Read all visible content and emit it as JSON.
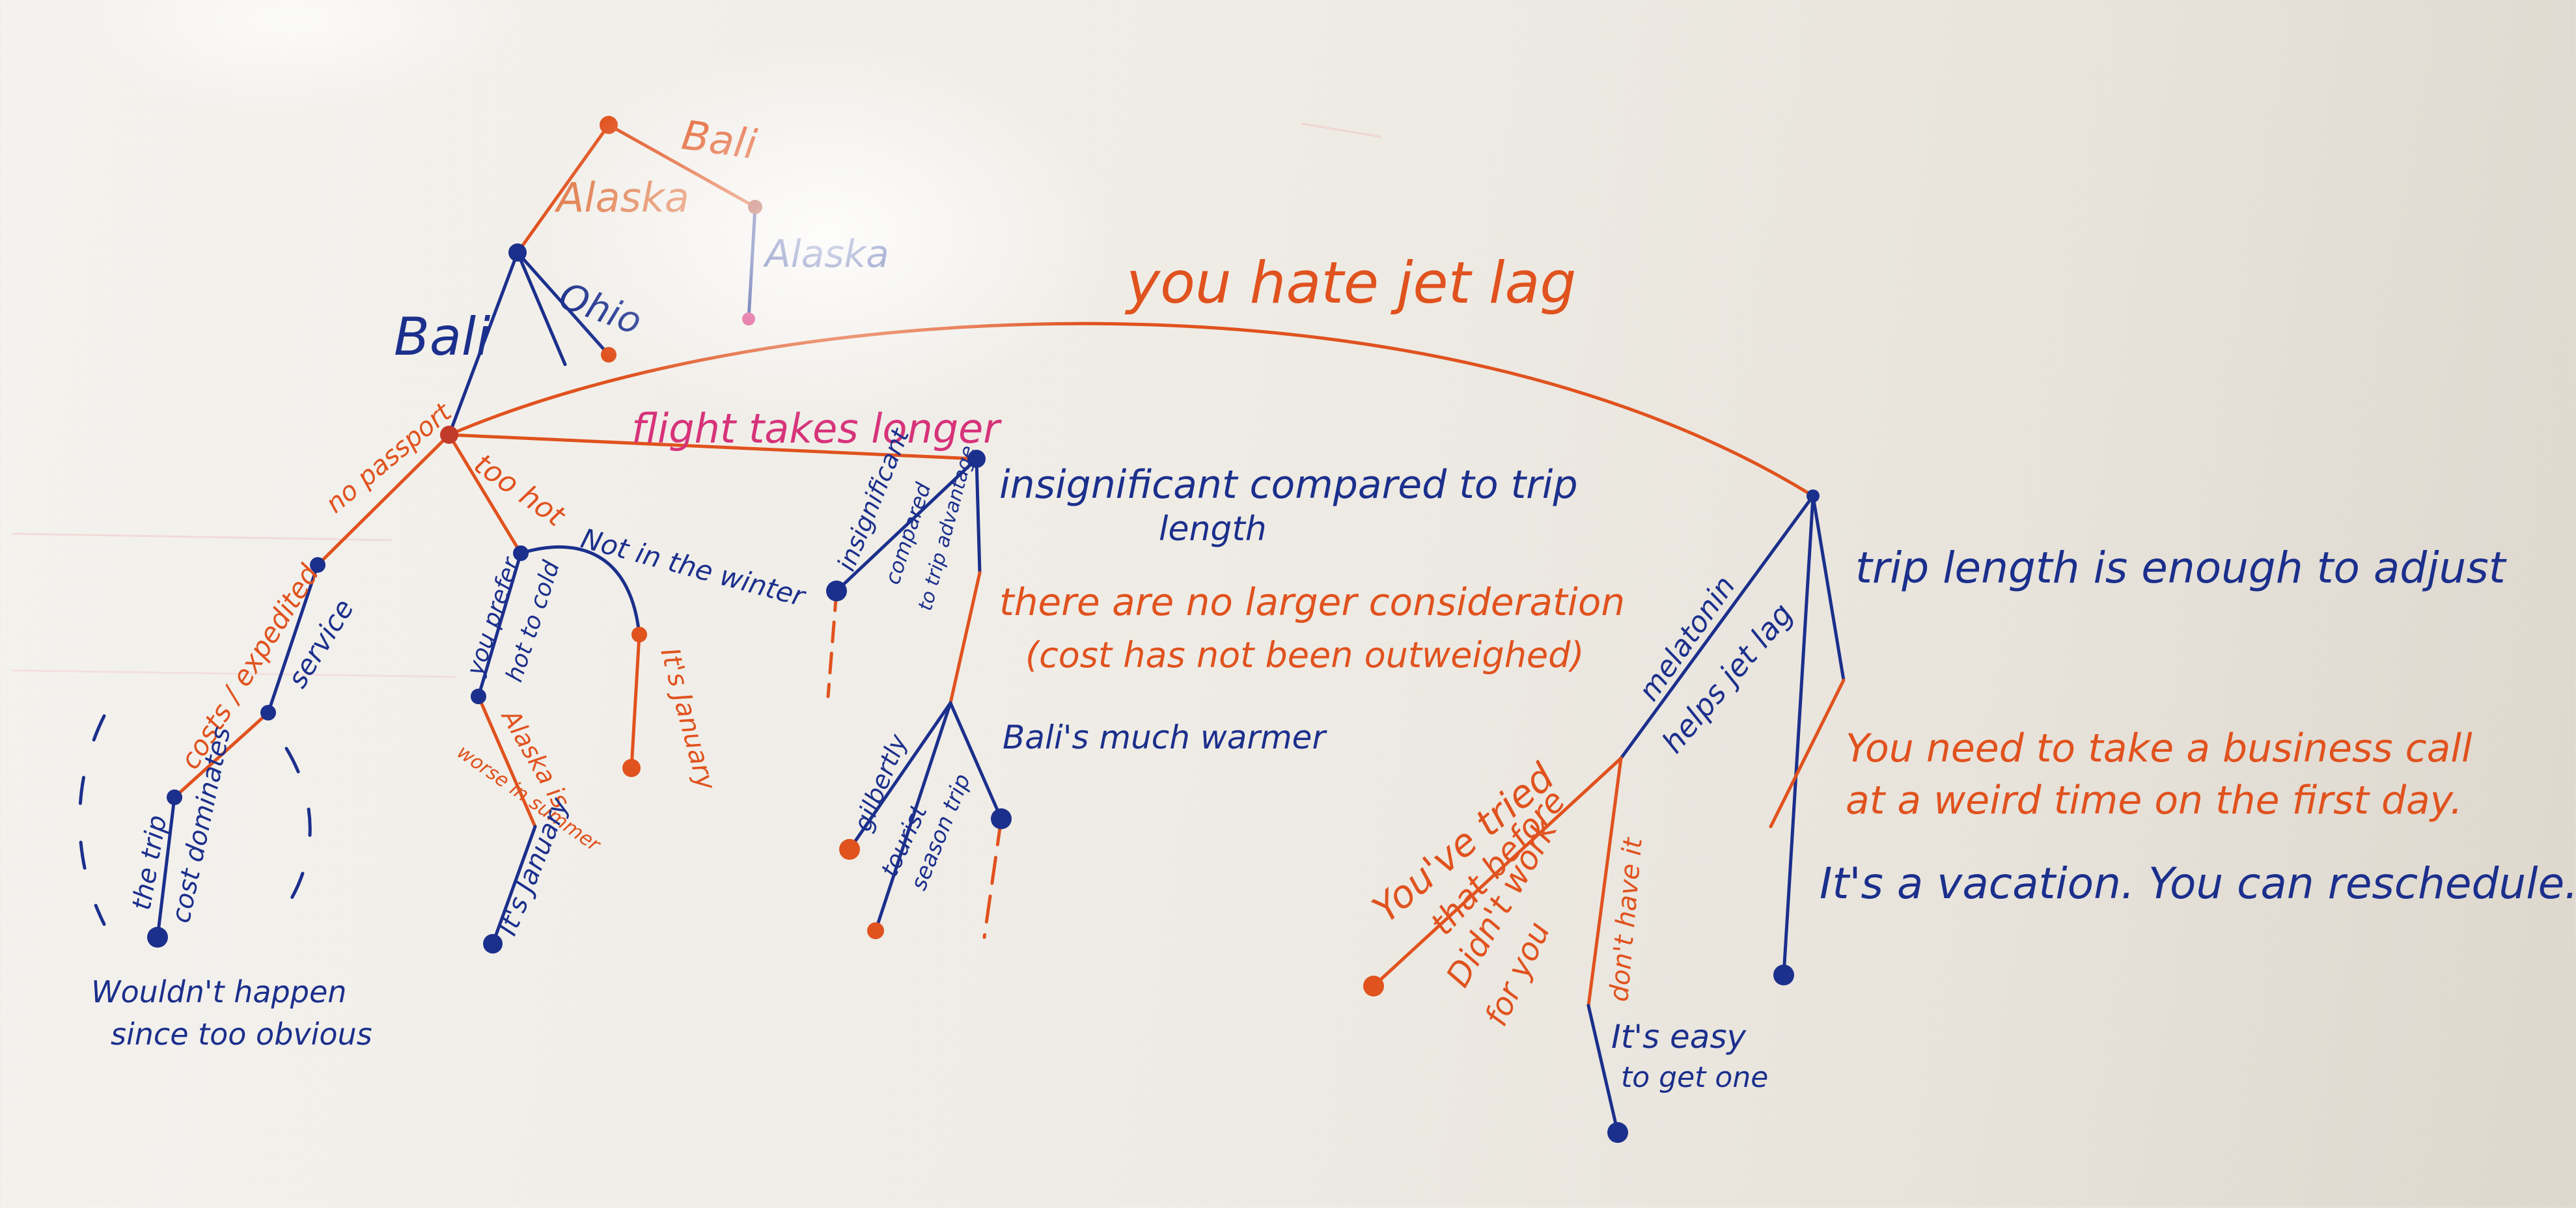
{
  "colors": {
    "red_marker": "#e0521e",
    "blue_marker": "#1b2f8c",
    "pink_marker": "#d6337a",
    "board": "#efece6"
  },
  "labels": {
    "bali_top": "Bali",
    "alaska_top": "Alaska",
    "alaska_right": "Alaska",
    "ohio": "Ohio",
    "bali_left": "Bali",
    "jet_lag": "you hate jet lag",
    "flight_longer": "flight takes longer",
    "no_passport": "no passport",
    "too_hot": "too hot",
    "costs_expedited": "costs / expedited",
    "service": "service",
    "the_trip": "the trip",
    "cost_dominates": "cost dominates",
    "wouldnt_happen": "Wouldn't happen",
    "since_too_obvious": "since too obvious",
    "you_prefer": "you prefer",
    "hot_to_cold": "hot to cold",
    "not_in_the_winter": "Not in the winter",
    "its_january": "It's January",
    "alaska_is": "Alaska is",
    "worse_in_summer": "worse in summer",
    "its_january_blue": "It's January",
    "insignificant": "insignificant",
    "compared_to": "compared",
    "to_trip_adv": "to trip advantage",
    "insignificant_long": "insignificant compared to trip",
    "length": "length",
    "no_larger_1": "there are no larger consideration",
    "no_larger_2": "(cost has not been outweighed)",
    "gilbertly": "gilbertly",
    "tourist": "tourist",
    "season_trip": "season trip",
    "bali_warmer": "Bali's much warmer",
    "trip_length_enough": "trip length is enough to adjust",
    "melatonin": "melatonin",
    "helps_jet_lag": "helps jet lag",
    "business_1": "You need to take a business call",
    "business_2": "at a weird time on the first day.",
    "vacation": "It's a vacation. You can reschedule.",
    "youve_tried": "You've tried",
    "that_before": "that before",
    "didnt_work": "Didn't work",
    "for_you": "for you",
    "dont_have_it": "don't have it",
    "its_easy": "It's easy",
    "to_get_one": "to get one"
  }
}
